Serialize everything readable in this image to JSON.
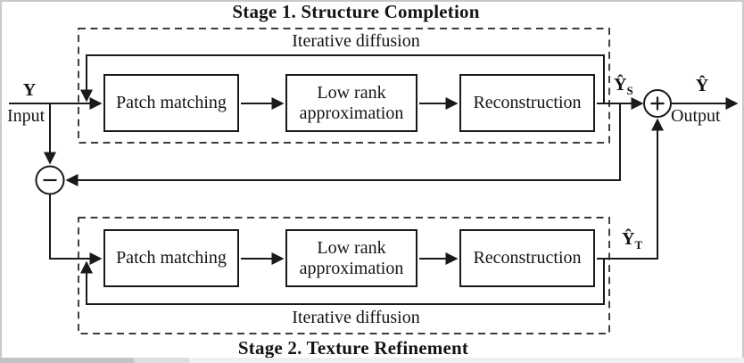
{
  "stage1": {
    "title": "Stage 1. Structure Completion",
    "loop_label": "Iterative diffusion",
    "boxes": {
      "patch_matching": "Patch matching",
      "low_rank": "Low rank approximation",
      "reconstruction": "Reconstruction"
    },
    "output_signal": {
      "base": "Ŷ",
      "sub": "S"
    }
  },
  "stage2": {
    "title": "Stage 2. Texture Refinement",
    "loop_label": "Iterative diffusion",
    "boxes": {
      "patch_matching": "Patch matching",
      "low_rank": "Low rank approximation",
      "reconstruction": "Reconstruction"
    },
    "output_signal": {
      "base": "Ŷ",
      "sub": "T"
    }
  },
  "io": {
    "input_signal": "Y",
    "input_label": "Input",
    "output_signal": "Ŷ",
    "output_label": "Output"
  },
  "junctions": {
    "subtract": "−",
    "add": "+"
  },
  "colors": {
    "line": "#1a1a1a",
    "background": "#ffffff",
    "frame": "#c9c9c9"
  }
}
